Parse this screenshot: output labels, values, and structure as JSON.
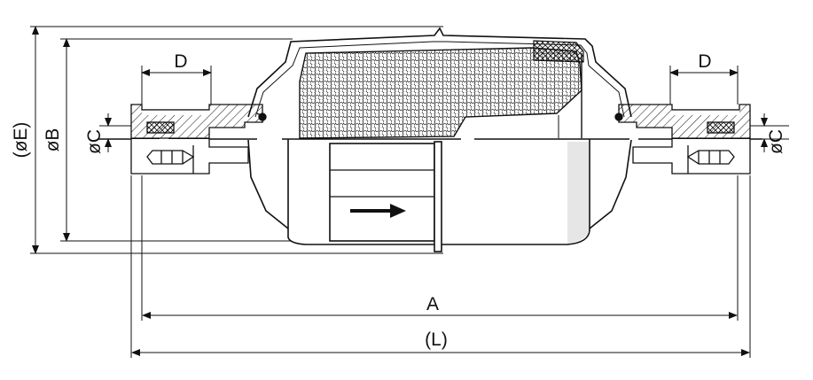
{
  "labels": {
    "dim_E": "(øE)",
    "dim_B": "øB",
    "dim_C_left": "øC",
    "dim_C_right": "øC",
    "dim_D_left": "D",
    "dim_D_right": "D",
    "dim_A": "A",
    "dim_L": "(L)"
  },
  "colors": {
    "line": "#111111",
    "body_shadow": "#e6e6e6",
    "background": "#ffffff"
  },
  "icons": {
    "flow_arrow": "arrow-right-icon"
  }
}
